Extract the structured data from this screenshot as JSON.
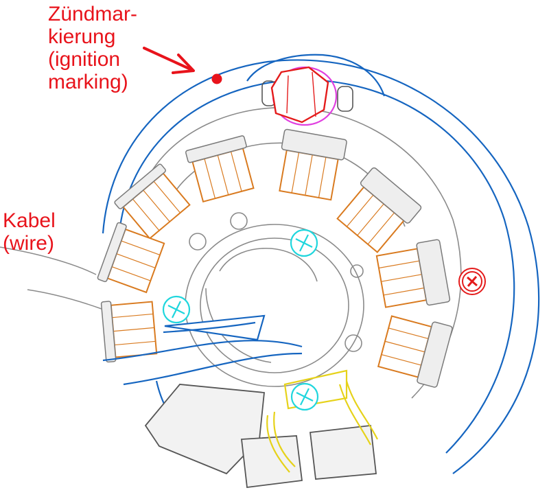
{
  "labels": {
    "ignition_line1": "Zündmar-",
    "ignition_line2": "kierung",
    "ignition_line3": "(ignition",
    "ignition_line4": "marking)",
    "wire_line1": "Kabel",
    "wire_line2": "(wire)"
  },
  "colors": {
    "label_red": "#e8131b",
    "rotor_blue": "#1565c0",
    "coil_orange": "#d97a1f",
    "screw_cyan": "#1fd6dd",
    "bolt_red": "#e41b1b",
    "washer_magenta": "#e040e0",
    "lead_yellow": "#e6d21a",
    "outline_gray": "#7a7a7a"
  },
  "icons": {
    "bolt": "hex-bolt-icon",
    "screw": "phillips-screw-icon",
    "arrow": "arrow-icon",
    "marking": "dot-marker-icon"
  }
}
